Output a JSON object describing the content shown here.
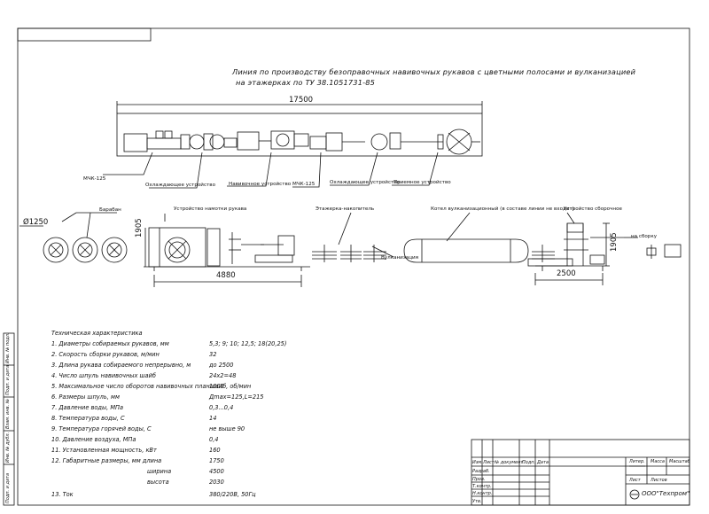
{
  "title": {
    "line1": "Линия по производству безоправочных навивочных рукавов с цветными полосами и вулканизацией",
    "line2": "на этажерках по ТУ 38.1051731-85"
  },
  "plan": {
    "overall_dim": "17500",
    "labels": {
      "mchk_left": "МЧК-125",
      "cooling_1": "Охлаждающее устройство",
      "winding": "Навивочное устройство",
      "mchk_right": "МЧК-125",
      "cooling_2": "Охлаждающее устройство",
      "haul_off": "Приемное устройство"
    }
  },
  "elevation": {
    "drum_dia": "Ø1250",
    "baraban": "Барабан",
    "hose_winding": "Устройство намотки рукава",
    "etazherka": "Этажерка-накопитель",
    "vulk": "Вулканизация",
    "boiler": "Котел вулканизационный (в составе линии не входит)",
    "assembly": "Устройство сборочное",
    "to_assembly": "на сборку",
    "dim_1905_left": "1905",
    "dim_4880": "4880",
    "dim_1905_right": "1905",
    "dim_2500": "2500"
  },
  "specs": {
    "heading": "Техническая характеристика",
    "rows": [
      {
        "label": "1.  Диаметры собираемых рукавов, мм",
        "value": "5,3; 9; 10; 12,5; 18(20,25)"
      },
      {
        "label": "2.  Скорость сборки рукавов, м/мин",
        "value": "32"
      },
      {
        "label": "3.  Длина рукава собираемого непрерывно, м",
        "value": "до 2500"
      },
      {
        "label": "4.  Число шпуль навивочных шайб",
        "value": "24х2=48"
      },
      {
        "label": "5.  Максимальное число оборотов навивочных планшайб, об/мин",
        "value": "1000"
      },
      {
        "label": "6.  Размеры шпуль, мм",
        "value": "Дmax=125,L=215"
      },
      {
        "label": "7.  Давление воды, МПа",
        "value": "0,3...0,4"
      },
      {
        "label": "8.  Температура воды, С",
        "value": "14"
      },
      {
        "label": "9.  Температура горячей воды, С",
        "value": "не выше 90"
      },
      {
        "label": "10.  Давление воздуха, МПа",
        "value": "0,4"
      },
      {
        "label": "11.  Установленная мощность, кВт",
        "value": "160"
      },
      {
        "label": "12.  Габаритные размеры, мм  длина",
        "value": "1750"
      },
      {
        "label": "ширина",
        "value": "4500"
      },
      {
        "label": "высота",
        "value": "2030"
      },
      {
        "label": "13.  Ток",
        "value": "380/220В, 50Гц"
      }
    ]
  },
  "stamp": {
    "izm": "Изм.",
    "list": "Лист",
    "doc": "№ документ.",
    "podp": "Подп.",
    "data": "Дата",
    "razrab": "Разраб.",
    "prov": "Пров.",
    "tkontr": "Т.контр.",
    "nkontr": "Н.контр.",
    "utv": "Утв.",
    "lit": "Литер.",
    "massa": "Масса",
    "masshtab": "Масштаб",
    "list2": "Лист",
    "listov": "Листов",
    "company": "ООО\"Техпром\""
  },
  "side_strip": {
    "cells": [
      "Инв. № подл.",
      "Подп. и дата",
      "Взам. инв. №",
      "Инв. № дубл.",
      "Подп. и дата"
    ]
  }
}
